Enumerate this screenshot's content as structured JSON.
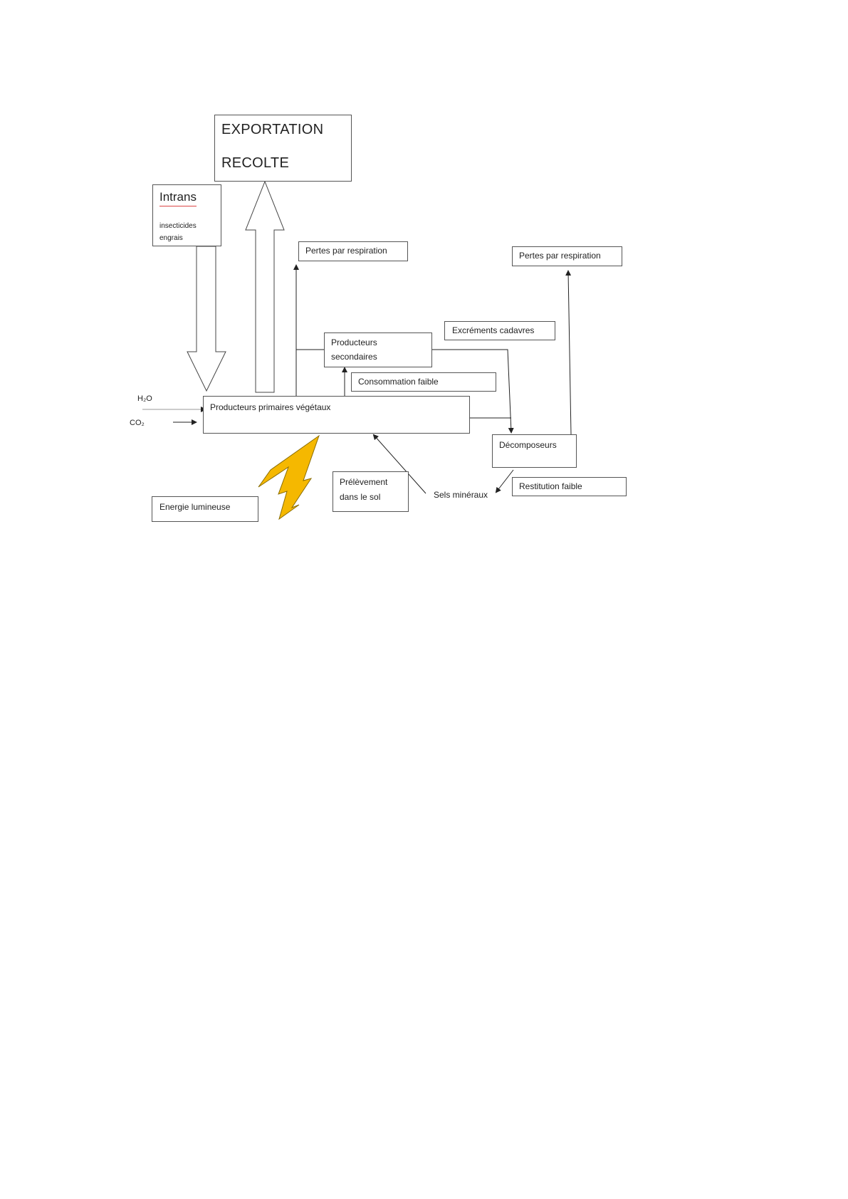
{
  "diagram": {
    "nodes": {
      "exportation": {
        "line1": "EXPORTATION",
        "line2": "RECOLTE"
      },
      "intrans": {
        "title": "Intrans",
        "line1": "insecticides",
        "line2": "engrais"
      },
      "pertes_left": {
        "label": "Pertes par respiration"
      },
      "pertes_right": {
        "label": "Pertes par respiration"
      },
      "producteurs_secondaires": {
        "line1": "Producteurs",
        "line2": "secondaires"
      },
      "excrements": {
        "label": "Excréments cadavres"
      },
      "consommation": {
        "label": "Consommation faible"
      },
      "producteurs_primaires": {
        "label": "Producteurs primaires végétaux"
      },
      "decomposeurs": {
        "label": "Décomposeurs"
      },
      "restitution": {
        "label": "Restitution faible"
      },
      "prelevement": {
        "line1": "Prélèvement",
        "line2": "dans le sol"
      },
      "energie": {
        "label": "Energie lumineuse"
      }
    },
    "labels": {
      "h2o": "H₂O",
      "co2": "CO₂",
      "sels": "Sels minéraux"
    },
    "colors": {
      "line": "#222222",
      "box_border": "#555555",
      "lightning": "#f5b800",
      "lightning_outline": "#8a6d00",
      "underline": "#dd4444"
    }
  }
}
